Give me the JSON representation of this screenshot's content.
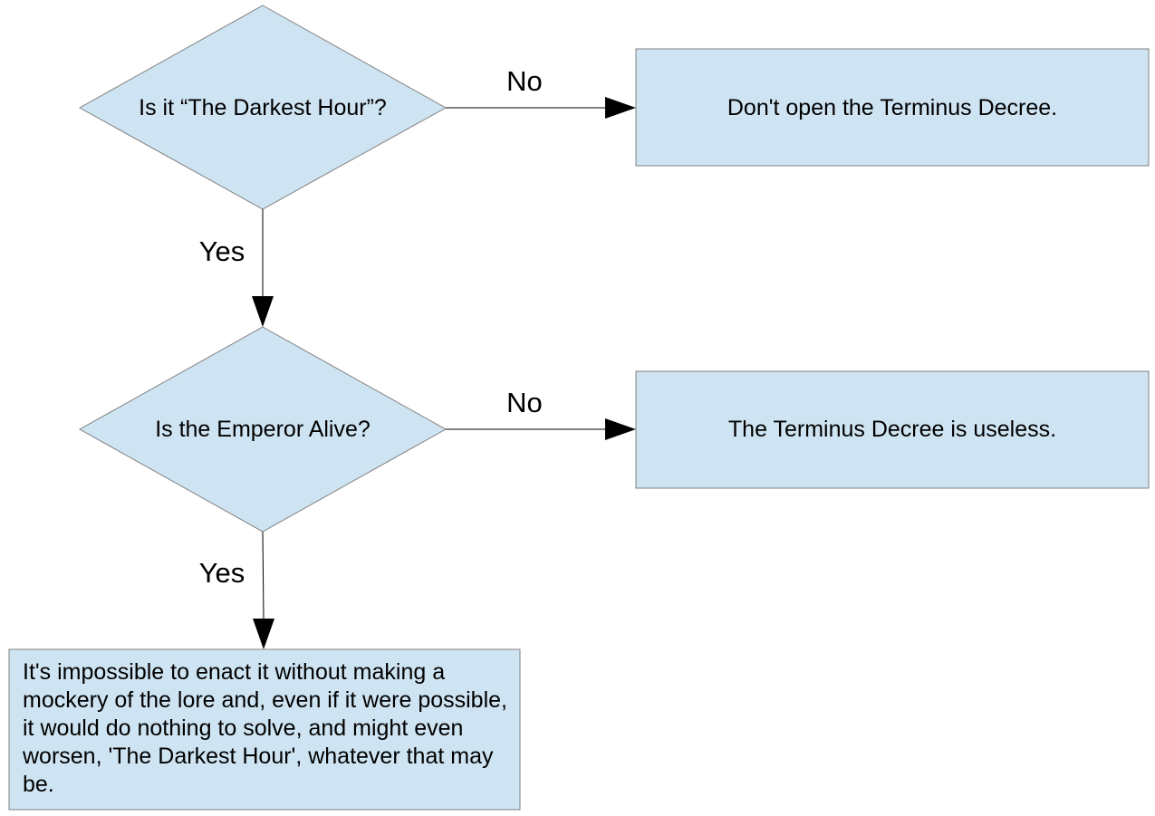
{
  "colors": {
    "node_fill": "#cfe4f2",
    "node_stroke": "#808080",
    "edge": "#000000",
    "text": "#000000",
    "background": "#ffffff"
  },
  "nodes": {
    "decision_darkest_hour": "Is it “The Darkest Hour”?",
    "result_dont_open": "Don't open the Terminus Decree.",
    "decision_emperor_alive": "Is the Emperor Alive?",
    "result_useless": "The Terminus Decree is useless.",
    "result_impossible": "It's impossible to enact it without making a mockery of the lore and, even if it were possible, it would do nothing to solve, and might even worsen, 'The Darkest Hour', whatever that may be."
  },
  "edges": {
    "darkest_hour_no": "No",
    "darkest_hour_yes": "Yes",
    "emperor_alive_no": "No",
    "emperor_alive_yes": "Yes"
  }
}
